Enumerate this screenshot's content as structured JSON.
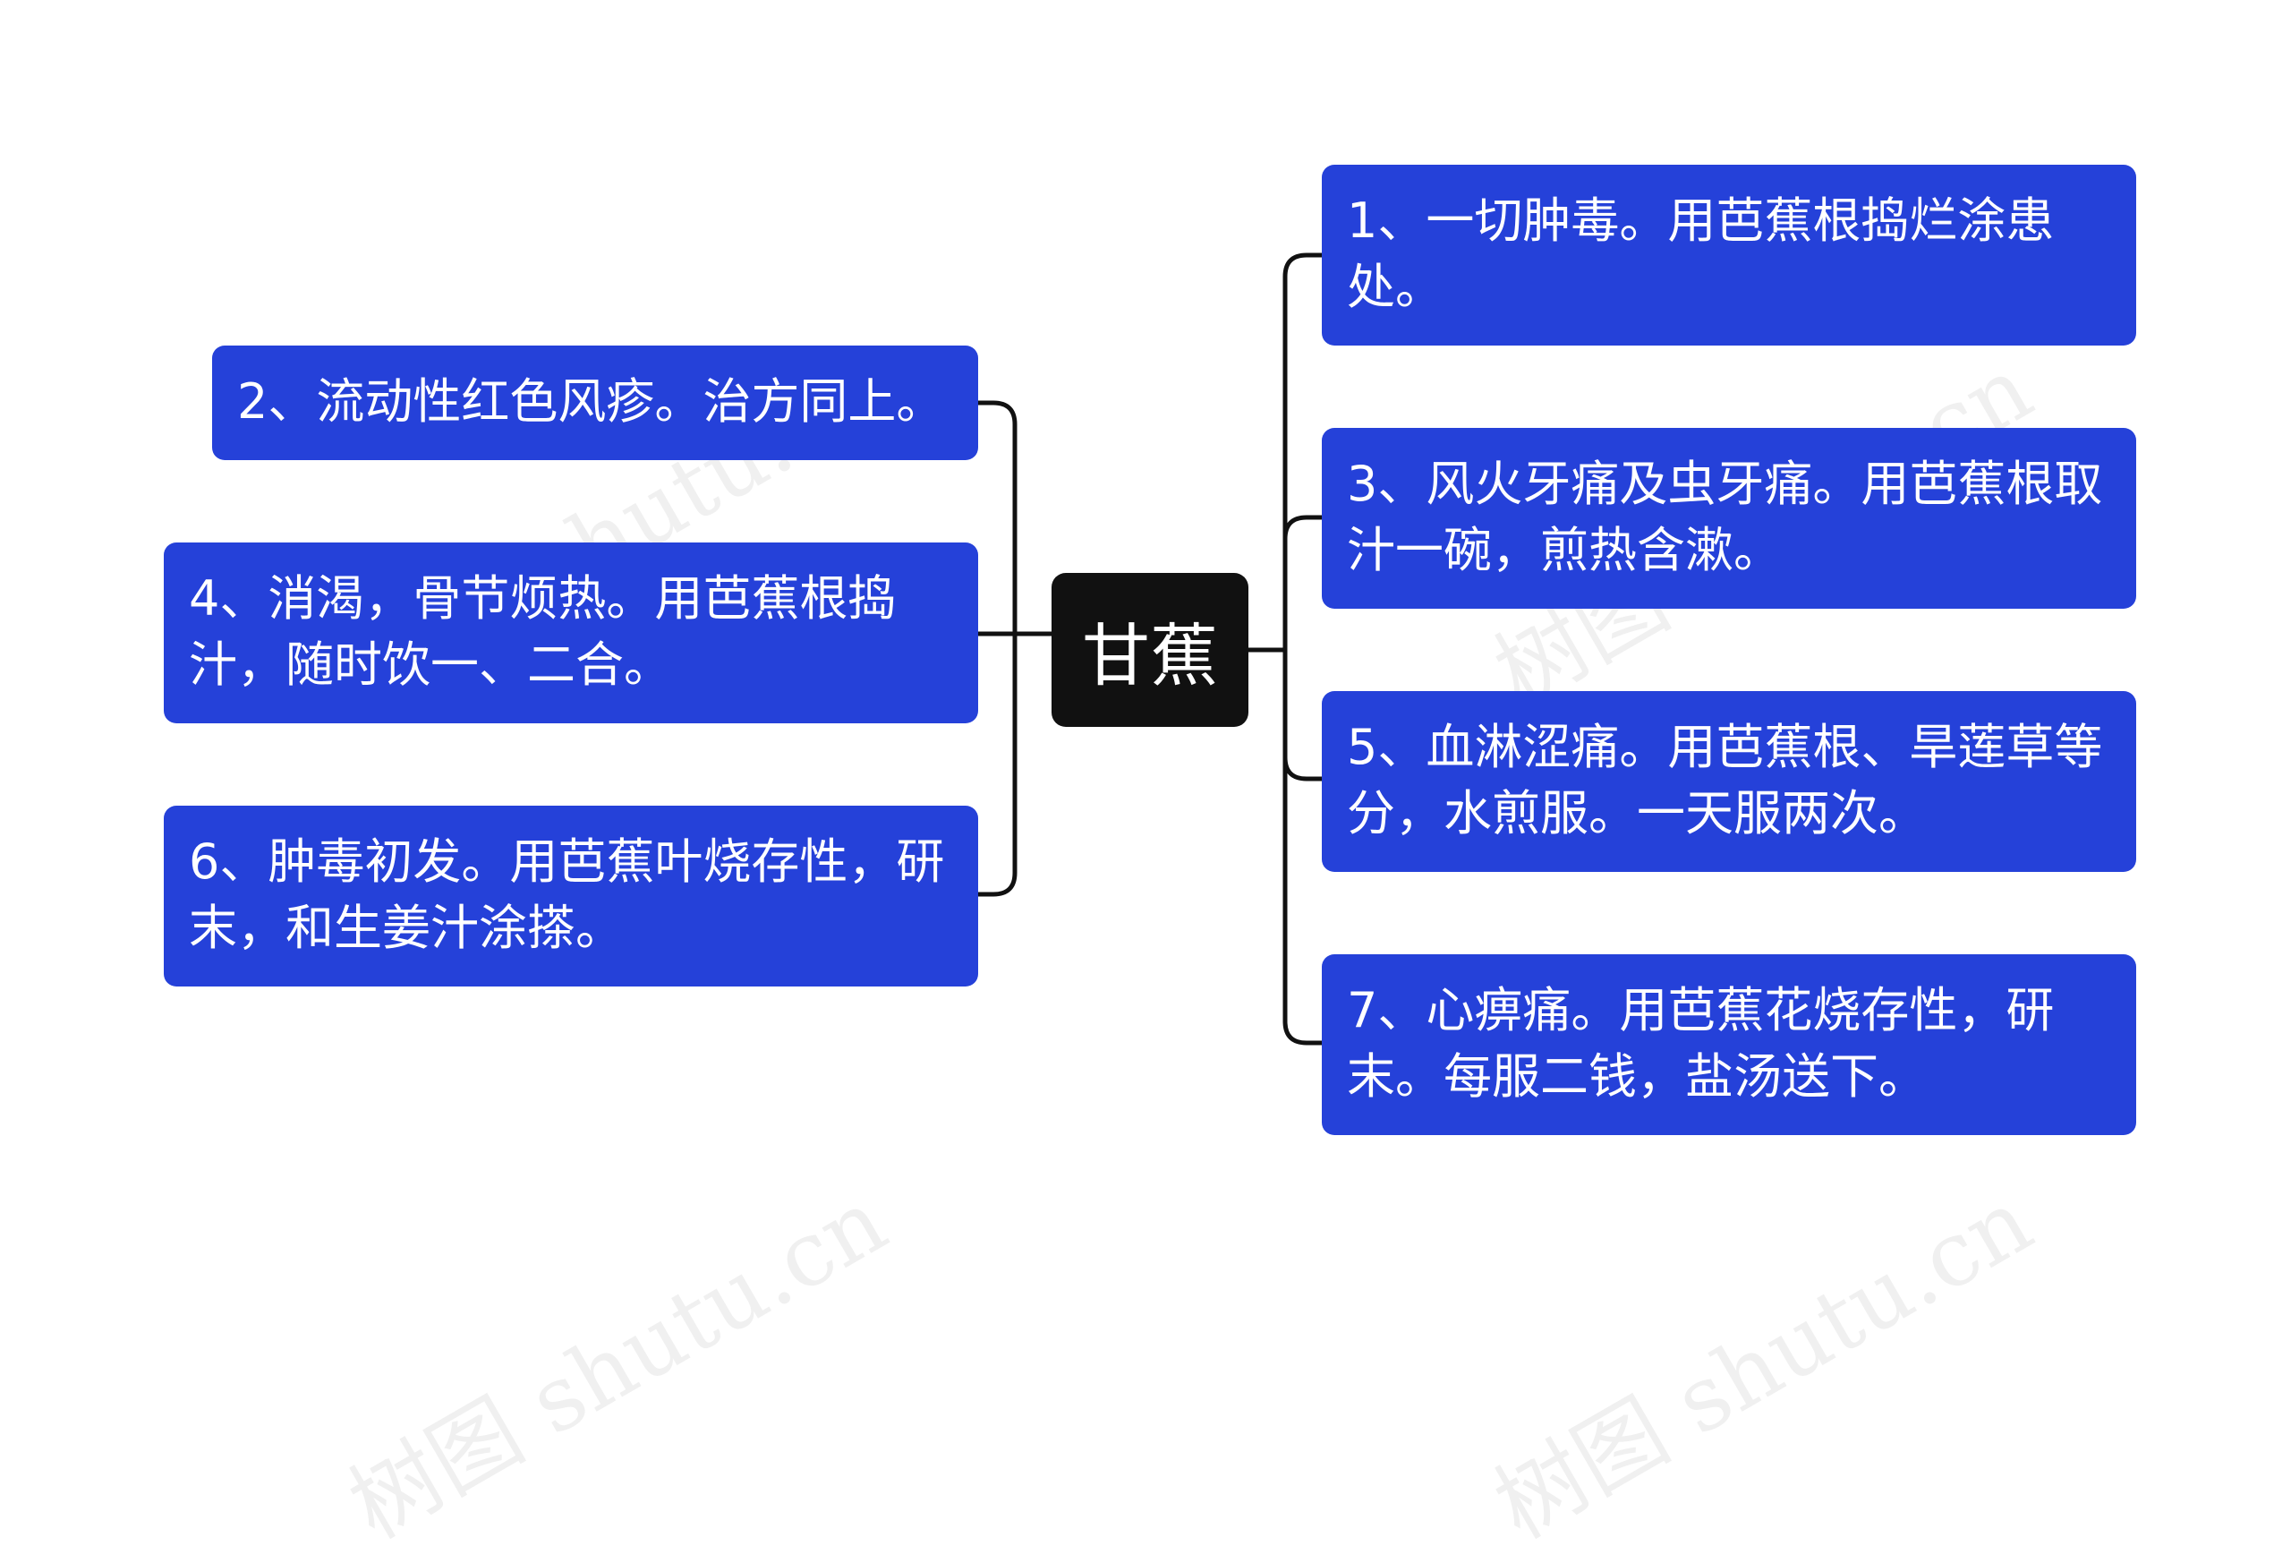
{
  "root": {
    "label": "甘蕉"
  },
  "branches": {
    "b1": "1、一切肿毒。用芭蕉根捣烂涂患处。",
    "b2": "2、流动性红色风疹。治方同上。",
    "b3": "3、风火牙痛及虫牙痛。用芭蕉根取汁一碗，煎热含漱。",
    "b4": "4、消渴，骨节烦热。用芭蕉根捣汁，随时饮一、二合。",
    "b5": "5、血淋涩痛。用芭蕉根、旱莲草等分，水煎服。一天服两次。",
    "b6": "6、肿毒初发。用芭蕉叶烧存性，研末，和生姜汁涂搽。",
    "b7": "7、心痹痛。用芭蕉花烧存性，研末。每服二钱，盐汤送下。"
  },
  "watermark": "树图 shutu.cn",
  "colors": {
    "node": "#2541d9",
    "root": "#111111",
    "line": "#111111"
  }
}
